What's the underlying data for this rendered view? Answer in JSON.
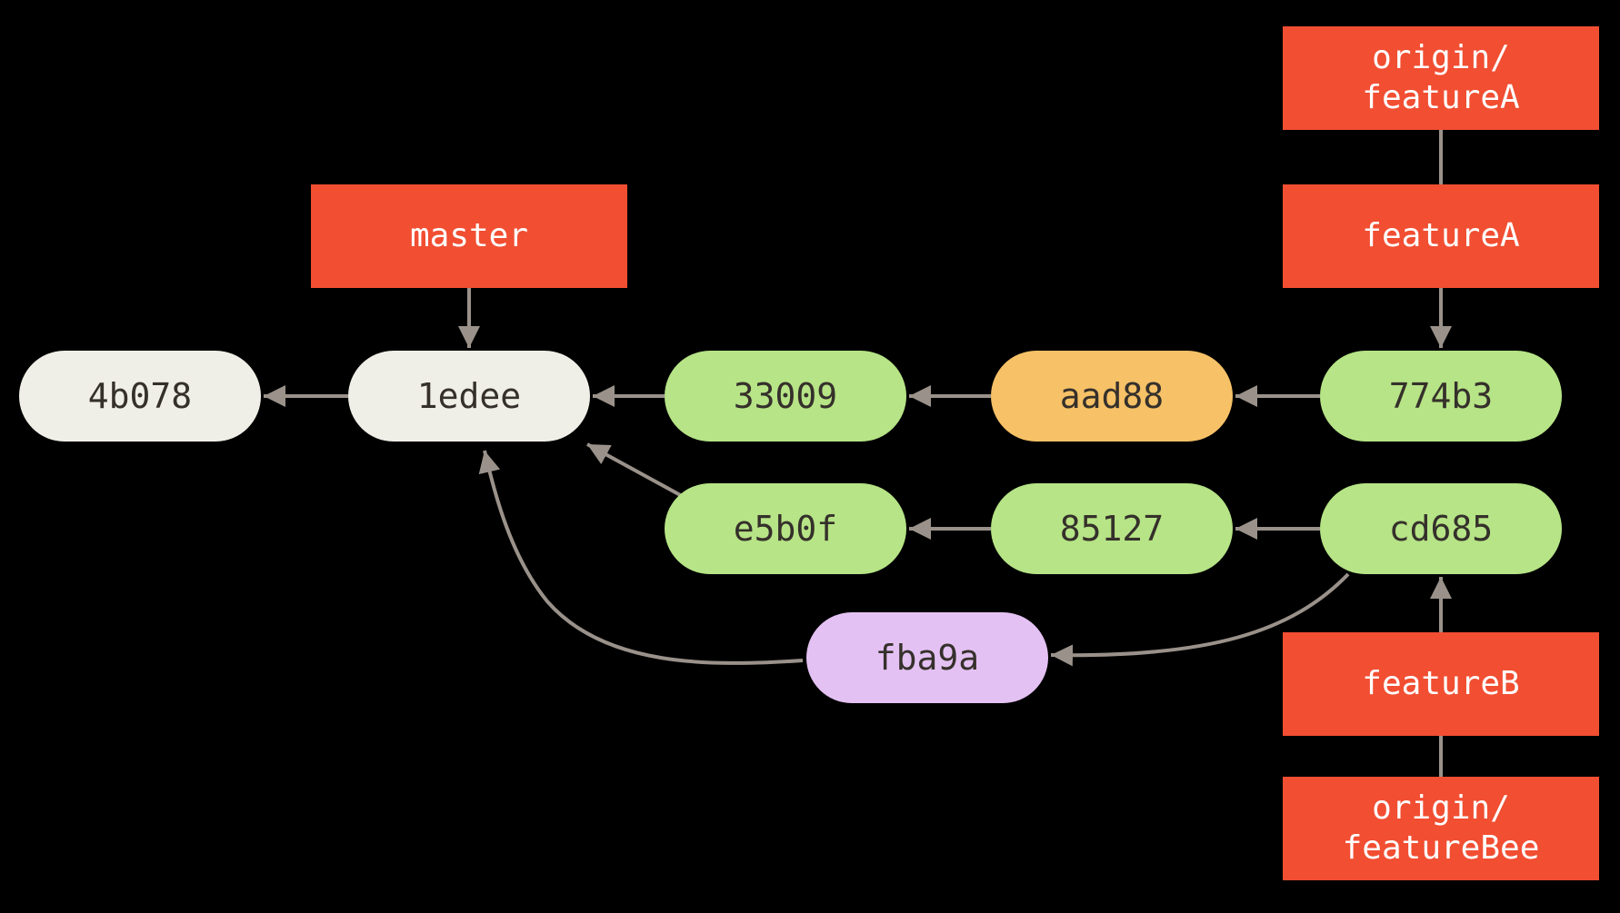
{
  "diagram": {
    "title": "Git commit history with branch references",
    "background": "#000000"
  },
  "colors": {
    "background": "#000000",
    "branch_red": "#f14e32",
    "commit_green": "#b6e486",
    "commit_orange": "#f6c167",
    "commit_purple": "#e4c1f3",
    "commit_cream": "#f0efe7",
    "edge_gray": "#9a928a",
    "commit_text": "#35302b",
    "branch_text": "#ffffff"
  },
  "commits": {
    "4b078": {
      "label": "4b078",
      "color": "#f0efe7"
    },
    "1edee": {
      "label": "1edee",
      "color": "#f0efe7"
    },
    "33009": {
      "label": "33009",
      "color": "#b6e486"
    },
    "aad88": {
      "label": "aad88",
      "color": "#f6c167"
    },
    "774b3": {
      "label": "774b3",
      "color": "#b6e486"
    },
    "e5b0f": {
      "label": "e5b0f",
      "color": "#b6e486"
    },
    "85127": {
      "label": "85127",
      "color": "#b6e486"
    },
    "cd685": {
      "label": "cd685",
      "color": "#b6e486"
    },
    "fba9a": {
      "label": "fba9a",
      "color": "#e4c1f3"
    }
  },
  "branches": {
    "master": {
      "label": "master"
    },
    "origin_featureA": {
      "label": "origin/\nfeatureA"
    },
    "featureA": {
      "label": "featureA"
    },
    "featureB": {
      "label": "featureB"
    },
    "origin_featureBee": {
      "label": "origin/\nfeatureBee"
    }
  },
  "edges": [
    {
      "from": "master",
      "to": "1edee",
      "arrowhead": true
    },
    {
      "from": "origin/featureA",
      "to": "featureA",
      "arrowhead": false
    },
    {
      "from": "featureA",
      "to": "774b3",
      "arrowhead": true
    },
    {
      "from": "featureB",
      "to": "cd685",
      "arrowhead": true
    },
    {
      "from": "featureB",
      "to": "origin/featureBee",
      "arrowhead": false
    },
    {
      "from": "1edee",
      "to": "4b078",
      "arrowhead": true
    },
    {
      "from": "33009",
      "to": "1edee",
      "arrowhead": true
    },
    {
      "from": "aad88",
      "to": "33009",
      "arrowhead": true
    },
    {
      "from": "774b3",
      "to": "aad88",
      "arrowhead": true
    },
    {
      "from": "85127",
      "to": "e5b0f",
      "arrowhead": true
    },
    {
      "from": "cd685",
      "to": "85127",
      "arrowhead": true
    },
    {
      "from": "e5b0f",
      "to": "1edee",
      "arrowhead": true
    },
    {
      "from": "fba9a",
      "to": "1edee",
      "arrowhead": true
    },
    {
      "from": "cd685",
      "to": "fba9a",
      "arrowhead": true
    }
  ]
}
